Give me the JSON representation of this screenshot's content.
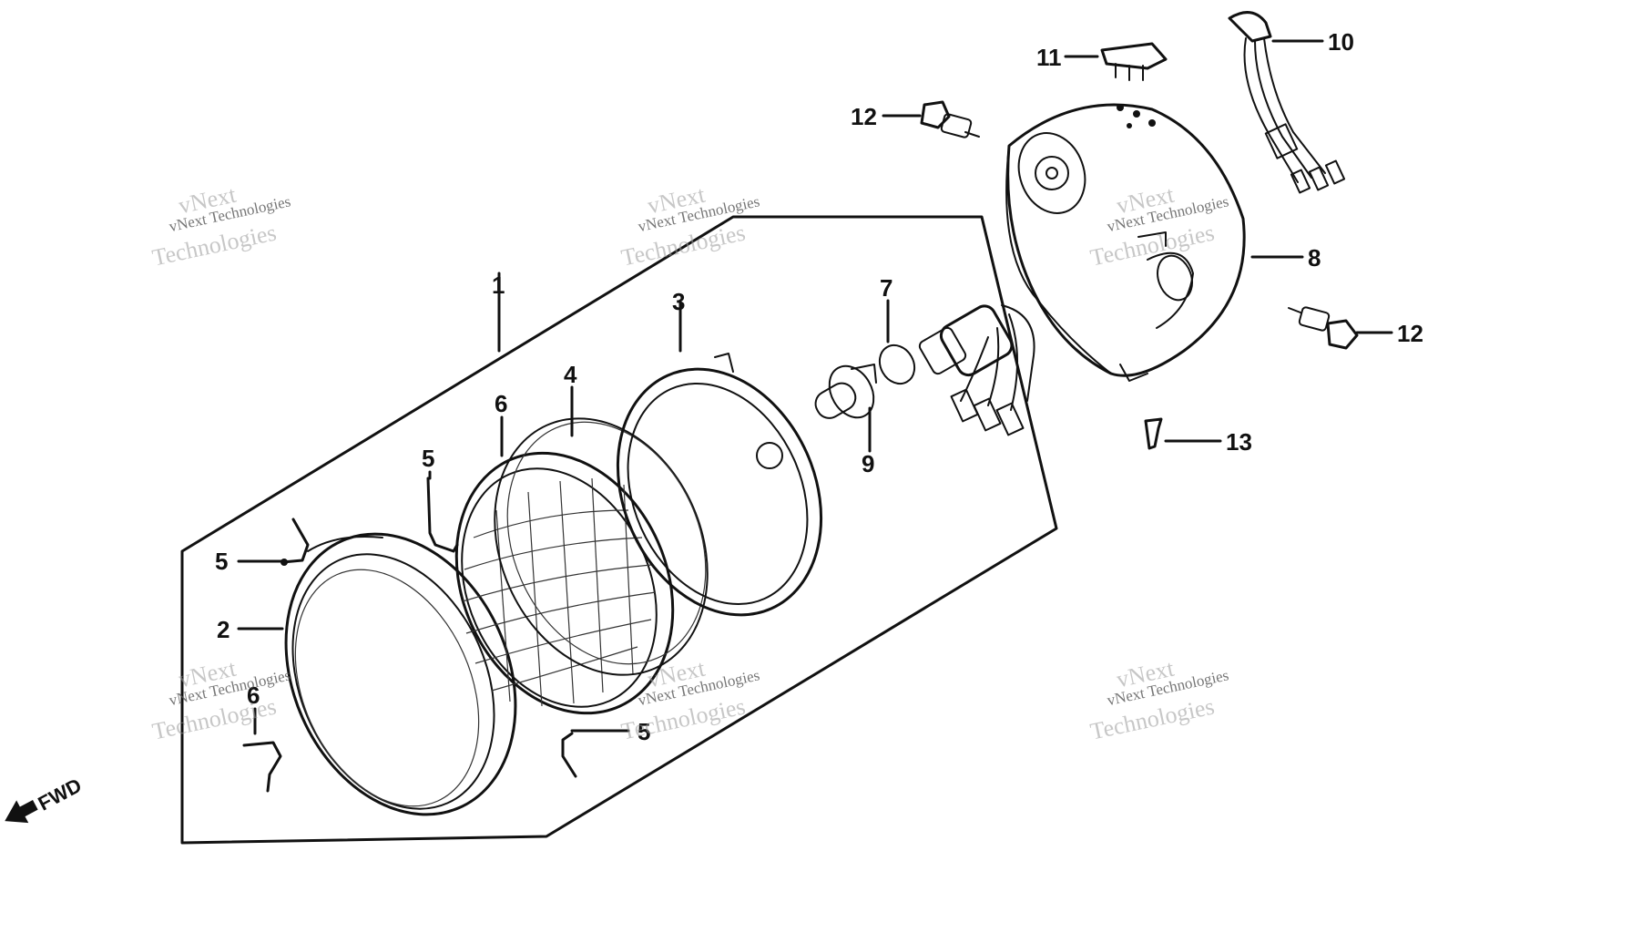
{
  "callouts": {
    "c1": "1",
    "c2": "2",
    "c3": "3",
    "c4": "4",
    "c5a": "5",
    "c5b": "5",
    "c5c": "5",
    "c6a": "6",
    "c6b": "6",
    "c7": "7",
    "c8": "8",
    "c9": "9",
    "c10": "10",
    "c11": "11",
    "c12a": "12",
    "c12b": "12",
    "c13": "13"
  },
  "fwd_label": "FWD",
  "watermark": {
    "line1": "vNext Technologies",
    "line2": "vNext",
    "line3": "Technologies"
  }
}
